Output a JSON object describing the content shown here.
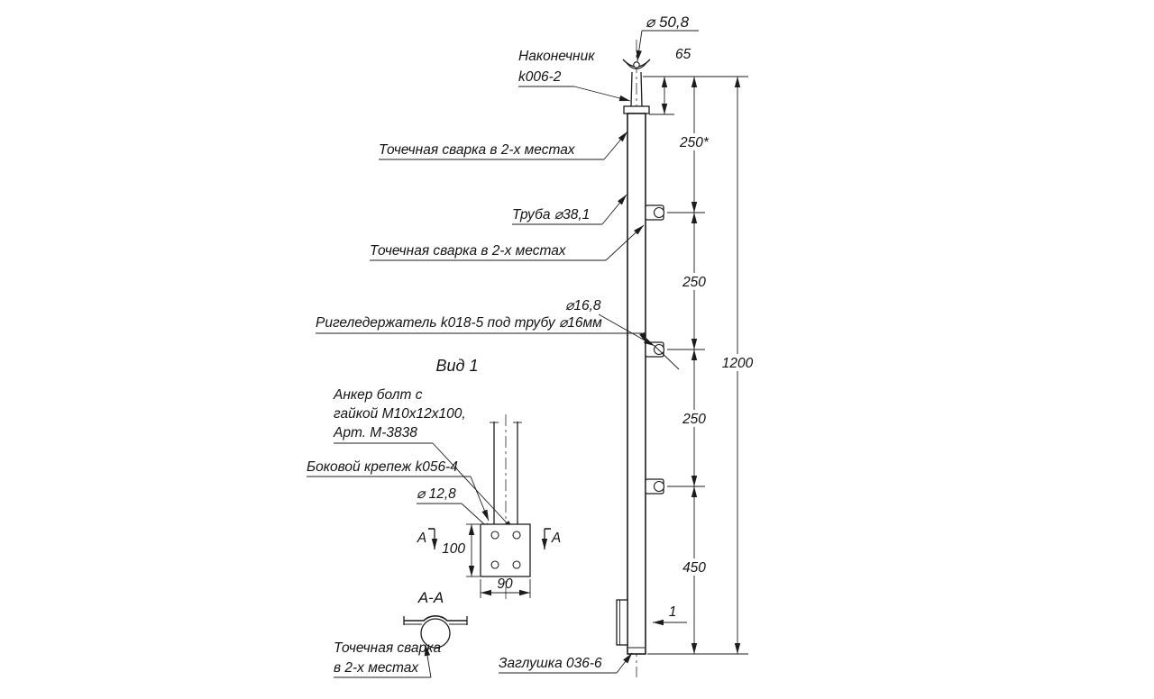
{
  "labels": {
    "dia_cap": "⌀ 50,8",
    "cap_line1": "Наконечник",
    "cap_line2": "k006-2",
    "weld_top": "Точечная сварка в 2-х местах",
    "tube": "Труба ⌀38,1",
    "weld_mid": "Точечная сварка в 2-х местах",
    "dia_holder": "⌀16,8",
    "holder": "Ригеледержатель k018-5 под трубу ⌀16мм",
    "view1_title": "Вид 1",
    "anchor_line1": "Анкер болт с",
    "anchor_line2": "гайкой М10х12х100,",
    "anchor_line3": "Арт. М-3838",
    "side_fastener": "Боковой крепеж k056-4",
    "dia_hole": "⌀ 12,8",
    "section_title": "А-А",
    "weld_section_line1": "Точечная сварка",
    "weld_section_line2": "в 2-х местах",
    "end_plug": "Заглушка 036-6",
    "view_direction": "1",
    "section_mark_left": "A",
    "section_mark_right": "A"
  },
  "dimensions": {
    "cap_height": "65",
    "top_to_holder1": "250*",
    "holder1_to_holder2": "250",
    "holder2_to_holder3": "250",
    "holder3_to_bottom": "450",
    "total_height": "1200",
    "plate_height": "100",
    "plate_width": "90"
  }
}
